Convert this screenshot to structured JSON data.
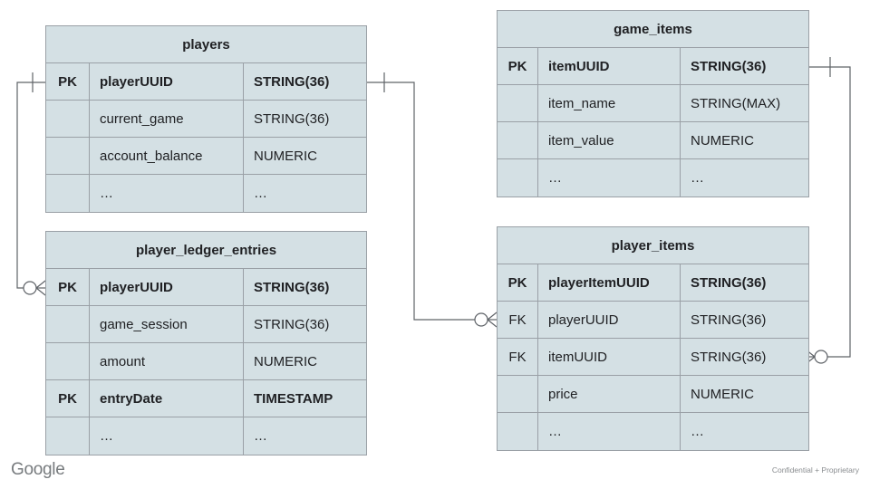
{
  "diagram": {
    "type": "entity-relationship-diagram",
    "palette": {
      "entity_fill": "#d4e0e4",
      "entity_border": "#9aa0a6",
      "text": "#202124",
      "connector": "#5f6368",
      "background": "#ffffff"
    },
    "entities": [
      {
        "id": "players",
        "name": "players",
        "position": "top-left",
        "columns": [
          {
            "key": "PK",
            "name": "playerUUID",
            "type": "STRING(36)",
            "bold": true
          },
          {
            "key": "",
            "name": "current_game",
            "type": "STRING(36)",
            "bold": false
          },
          {
            "key": "",
            "name": "account_balance",
            "type": "NUMERIC",
            "bold": false
          },
          {
            "key": "",
            "name": "…",
            "type": "…",
            "bold": false
          }
        ]
      },
      {
        "id": "player_ledger_entries",
        "name": "player_ledger_entries",
        "position": "bottom-left",
        "columns": [
          {
            "key": "PK",
            "name": "playerUUID",
            "type": "STRING(36)",
            "bold": true
          },
          {
            "key": "",
            "name": "game_session",
            "type": "STRING(36)",
            "bold": false
          },
          {
            "key": "",
            "name": "amount",
            "type": "NUMERIC",
            "bold": false
          },
          {
            "key": "PK",
            "name": "entryDate",
            "type": "TIMESTAMP",
            "bold": true
          },
          {
            "key": "",
            "name": "…",
            "type": "…",
            "bold": false
          }
        ]
      },
      {
        "id": "game_items",
        "name": "game_items",
        "position": "top-right",
        "columns": [
          {
            "key": "PK",
            "name": "itemUUID",
            "type": "STRING(36)",
            "bold": true
          },
          {
            "key": "",
            "name": "item_name",
            "type": "STRING(MAX)",
            "bold": false
          },
          {
            "key": "",
            "name": "item_value",
            "type": "NUMERIC",
            "bold": false
          },
          {
            "key": "",
            "name": "…",
            "type": "…",
            "bold": false
          }
        ]
      },
      {
        "id": "player_items",
        "name": "player_items",
        "position": "bottom-right",
        "columns": [
          {
            "key": "PK",
            "name": "playerItemUUID",
            "type": "STRING(36)",
            "bold": true
          },
          {
            "key": "FK",
            "name": "playerUUID",
            "type": "STRING(36)",
            "bold": false
          },
          {
            "key": "FK",
            "name": "itemUUID",
            "type": "STRING(36)",
            "bold": false
          },
          {
            "key": "",
            "name": "price",
            "type": "NUMERIC",
            "bold": false
          },
          {
            "key": "",
            "name": "…",
            "type": "…",
            "bold": false
          }
        ]
      }
    ],
    "relationships": [
      {
        "id": "players-to-ledger",
        "from": "players.playerUUID",
        "to": "player_ledger_entries.playerUUID",
        "from_cardinality": "one",
        "to_cardinality": "zero-or-many",
        "route": "left"
      },
      {
        "id": "players-to-player-items",
        "from": "players.playerUUID",
        "to": "player_items.playerUUID",
        "from_cardinality": "one",
        "to_cardinality": "zero-or-many",
        "route": "center"
      },
      {
        "id": "game-items-to-player-items",
        "from": "game_items.itemUUID",
        "to": "player_items.itemUUID",
        "from_cardinality": "one",
        "to_cardinality": "zero-or-many",
        "route": "right"
      }
    ]
  },
  "footer": {
    "brand": "Google",
    "notice": "Confidential + Proprietary"
  }
}
